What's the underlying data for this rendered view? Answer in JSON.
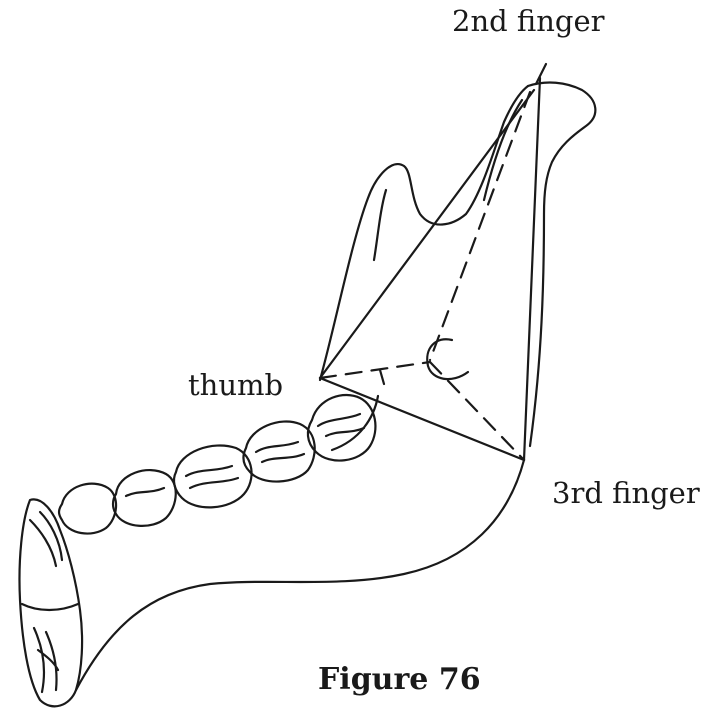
{
  "labels": {
    "second_finger": "2nd finger",
    "thumb": "thumb",
    "third_finger": "3rd finger"
  },
  "caption": "Figure 76",
  "colors": {
    "ink": "#1a1a1a",
    "background": "#ffffff"
  }
}
